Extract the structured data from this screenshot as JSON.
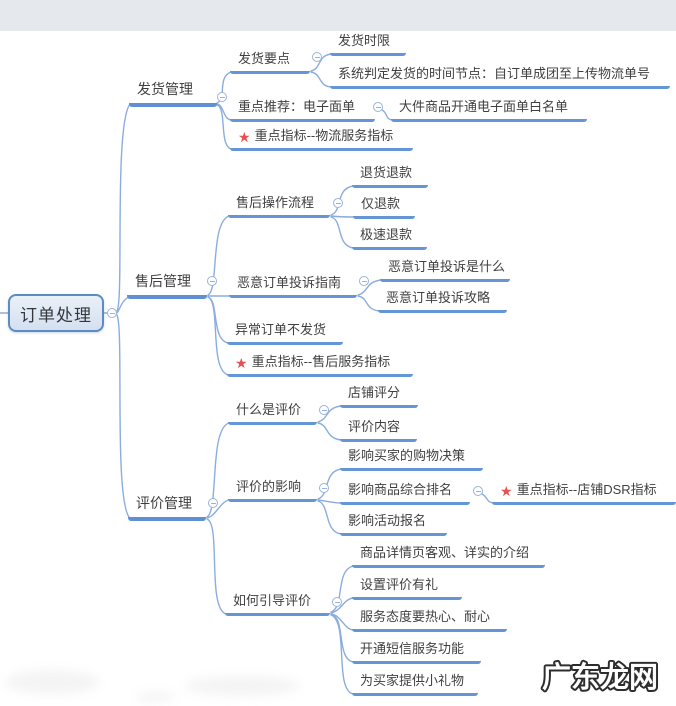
{
  "icons": {
    "star": "★",
    "collapse": "−"
  },
  "colors": {
    "branch_line": "#6495d6",
    "curve": "#8badde",
    "star": "#e8504f",
    "root_border": "#5c8cc6",
    "root_fill": "#dde7f4",
    "topbar": "#e5e8ec",
    "text": "#3f3f3f"
  },
  "root": {
    "label": "订单处理"
  },
  "branches": [
    {
      "label": "发货管理",
      "children": [
        {
          "label": "发货要点",
          "children": [
            {
              "label": "发货时限"
            },
            {
              "label": "系统判定发货的时间节点：自订单成团至上传物流单号"
            }
          ]
        },
        {
          "label": "重点推荐：电子面单",
          "children": [
            {
              "label": "大件商品开通电子面单白名单"
            }
          ]
        },
        {
          "label": "重点指标--物流服务指标",
          "starred": true
        }
      ]
    },
    {
      "label": "售后管理",
      "children": [
        {
          "label": "售后操作流程",
          "children": [
            {
              "label": "退货退款"
            },
            {
              "label": "仅退款"
            },
            {
              "label": "极速退款"
            }
          ]
        },
        {
          "label": "恶意订单投诉指南",
          "children": [
            {
              "label": "恶意订单投诉是什么"
            },
            {
              "label": "恶意订单投诉攻略"
            }
          ]
        },
        {
          "label": "异常订单不发货"
        },
        {
          "label": "重点指标--售后服务指标",
          "starred": true
        }
      ]
    },
    {
      "label": "评价管理",
      "children": [
        {
          "label": "什么是评价",
          "children": [
            {
              "label": "店铺评分"
            },
            {
              "label": "评价内容"
            }
          ]
        },
        {
          "label": "评价的影响",
          "children": [
            {
              "label": "影响买家的购物决策"
            },
            {
              "label": "影响商品综合排名",
              "children": [
                {
                  "label": "重点指标--店铺DSR指标",
                  "starred": true
                }
              ]
            },
            {
              "label": "影响活动报名"
            }
          ]
        },
        {
          "label": "如何引导评价",
          "children": [
            {
              "label": "商品详情页客观、详实的介绍"
            },
            {
              "label": "设置评价有礼"
            },
            {
              "label": "服务态度要热心、耐心"
            },
            {
              "label": "开通短信服务功能"
            },
            {
              "label": "为买家提供小礼物"
            }
          ]
        }
      ]
    }
  ],
  "watermark": {
    "text": "广东龙网"
  }
}
